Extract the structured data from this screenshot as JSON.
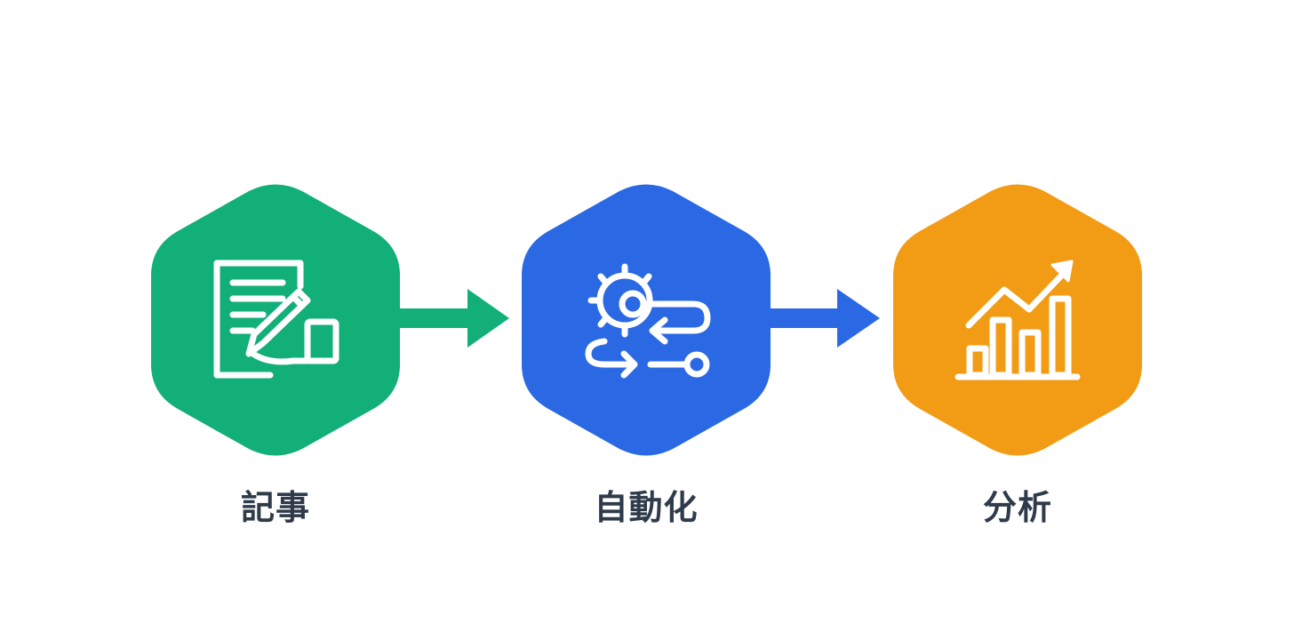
{
  "steps": [
    {
      "label": "記事",
      "color": "#13af78",
      "icon": "article-edit-icon"
    },
    {
      "label": "自動化",
      "color": "#2b69e4",
      "icon": "gear-workflow-icon"
    },
    {
      "label": "分析",
      "color": "#f29c16",
      "icon": "bar-chart-trend-icon"
    }
  ],
  "connectors": [
    {
      "from": 0,
      "to": 1,
      "color": "#13af78",
      "icon": "arrow-right-icon"
    },
    {
      "from": 1,
      "to": 2,
      "color": "#2b69e4",
      "icon": "arrow-right-icon"
    }
  ]
}
